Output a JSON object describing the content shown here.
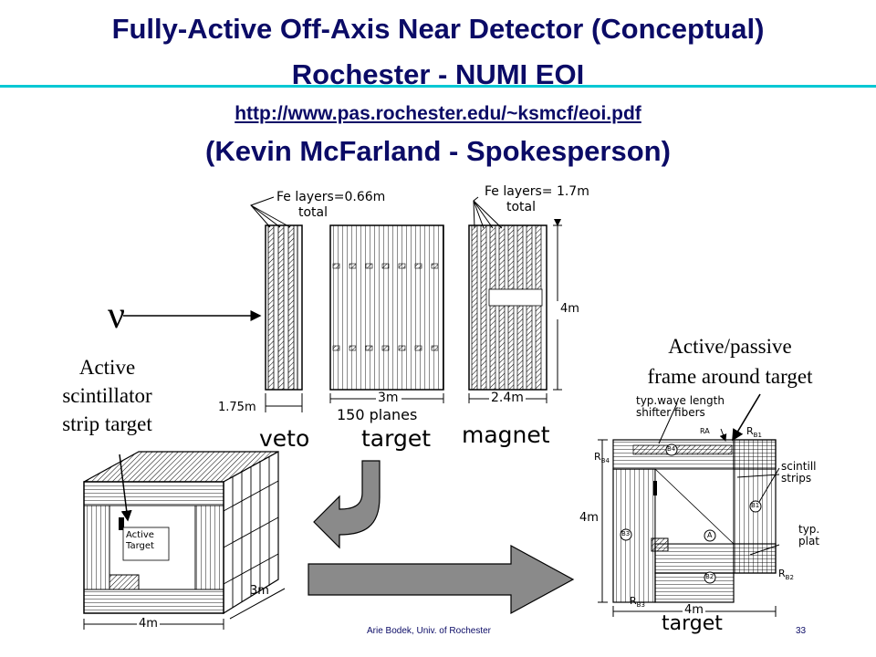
{
  "slide": {
    "title_line1": "Fully-Active Off-Axis Near Detector (Conceptual)",
    "title_line2": "Rochester - NUMI EOI",
    "url": "http://www.pas.rochester.edu/~ksmcf/eoi.pdf",
    "title_line4": "(Kevin McFarland - Spokesperson)",
    "footer_author": "Arie Bodek,  Univ. of Rochester",
    "page_number": "33",
    "accent_color": "#00c8d4",
    "title_color": "#0b0b66"
  },
  "diagram": {
    "nu_symbol": "ν",
    "fe_top_left": "Fe  layers=0.66m",
    "fe_top_left_2": "total",
    "fe_top_right": "Fe  layers= 1.7m",
    "fe_top_right_2": "total",
    "dim_veto": "1.75m",
    "dim_target": "3m",
    "dim_magnet": "2.4m",
    "dim_height": "4m",
    "planes": "150  planes",
    "label_veto": "veto",
    "label_target": "target",
    "label_magnet": "magnet",
    "active_strip_label": [
      "Active",
      "scintillator",
      "strip target"
    ],
    "frame_label": [
      "Active/passive",
      "frame around target"
    ],
    "active_target_box": [
      "Active",
      "Target"
    ],
    "dim_3m_iso": "3m",
    "dim_4m_iso": "4m",
    "fiber_label": [
      "typ.wave  length",
      "shifter  fibers"
    ],
    "scint_label": [
      "scintill",
      "strips"
    ],
    "plat_label": [
      "typ.",
      "plat"
    ],
    "r_labels": [
      "R",
      "R",
      "R",
      "R",
      "R"
    ],
    "r_subs": [
      "B1",
      "B4",
      "B3",
      "B2",
      "A"
    ],
    "sect_4m_left": "4m",
    "sect_4m_bottom": "4m",
    "sect_target": "target",
    "sect_markers": [
      "B4",
      "B1",
      "B3",
      "A",
      "B2"
    ]
  }
}
